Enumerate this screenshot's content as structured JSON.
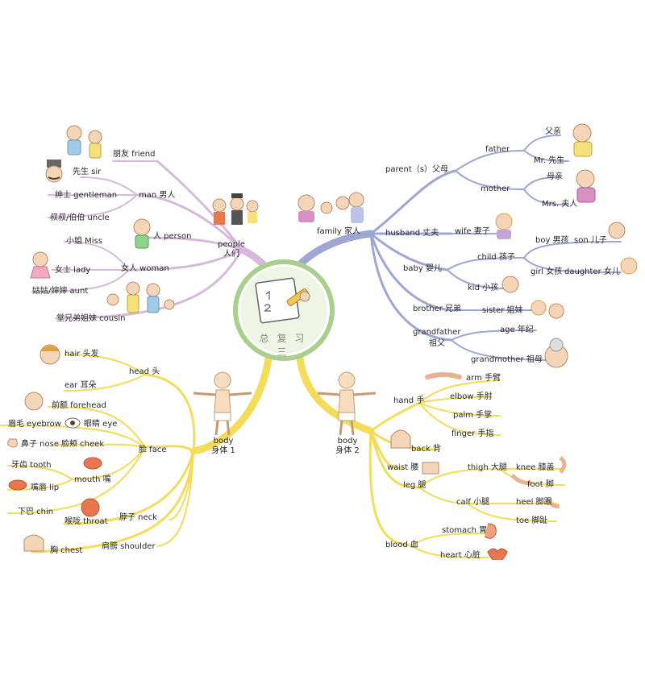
{
  "center": {
    "title": "总 复 习 三"
  },
  "colors": {
    "people": "#d7b9dc",
    "family": "#9ea6d4",
    "body": "#f2dc5a",
    "center_ring": "#a8cf8e",
    "center_fill": "#e6f1d8"
  },
  "branches": {
    "people": {
      "label": "people",
      "label2": "人们",
      "items": [
        "朋友 friend",
        "先生 sir",
        "绅士 gentleman",
        "man 男人",
        "叔叔/伯伯 uncle",
        "人 person",
        "小姐 Miss",
        "女士 lady",
        "女人 woman",
        "姑姑/婶婶 aunt",
        "堂兄弟姐妹 cousin"
      ]
    },
    "family": {
      "label": "family 家人",
      "items": [
        "parent（s）父母",
        "father",
        "父亲",
        "Mr. 先生",
        "mother",
        "母亲",
        "Mrs. 夫人",
        "husband 丈夫",
        "wife 妻子",
        "baby 婴儿",
        "child 孩子",
        "boy 男孩",
        "son 儿子",
        "girl 女孩",
        "daughter 女儿",
        "kid 小孩",
        "brother 兄弟",
        "sister 姐妹",
        "grandfather",
        "祖父",
        "age 年纪",
        "grandmother 祖母"
      ]
    },
    "body1": {
      "label": "body",
      "label2": "身体 1",
      "items": [
        "hair 头发",
        "head 头",
        "ear 耳朵",
        "前额 forehead",
        "眉毛 eyebrow",
        "眼睛 eye",
        "鼻子 nose",
        "脸颊 cheek",
        "脸 face",
        "牙齿 tooth",
        "mouth 嘴",
        "嘴唇 lip",
        "下巴 chin",
        "喉咙 throat",
        "脖子 neck",
        "胸 chest",
        "肩膀 shoulder"
      ]
    },
    "body2": {
      "label": "body",
      "label2": "身体 2",
      "items": [
        "arm 手臂",
        "hand 手",
        "elbow 手肘",
        "palm 手掌",
        "finger 手指",
        "back 背",
        "waist 腰",
        "leg 腿",
        "thigh 大腿",
        "knee 膝盖",
        "foot 脚",
        "calf 小腿",
        "heel 脚跟",
        "toe 脚趾",
        "blood 血",
        "stomach 胃",
        "heart 心脏"
      ]
    }
  }
}
